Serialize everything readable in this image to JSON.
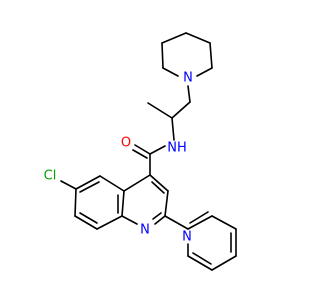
{
  "molecule": {
    "atoms": {
      "piperidine_n": {
        "label": "N",
        "color": "#0000ff"
      },
      "amide_o": {
        "label": "O",
        "color": "#ff0000"
      },
      "amide_n": {
        "label": "NH",
        "color": "#0000ff"
      },
      "chlorine": {
        "label": "Cl",
        "color": "#00a000"
      },
      "quinoline_n": {
        "label": "N",
        "color": "#0000ff"
      },
      "pyridine_n": {
        "label": "N",
        "color": "#0000ff"
      }
    }
  }
}
